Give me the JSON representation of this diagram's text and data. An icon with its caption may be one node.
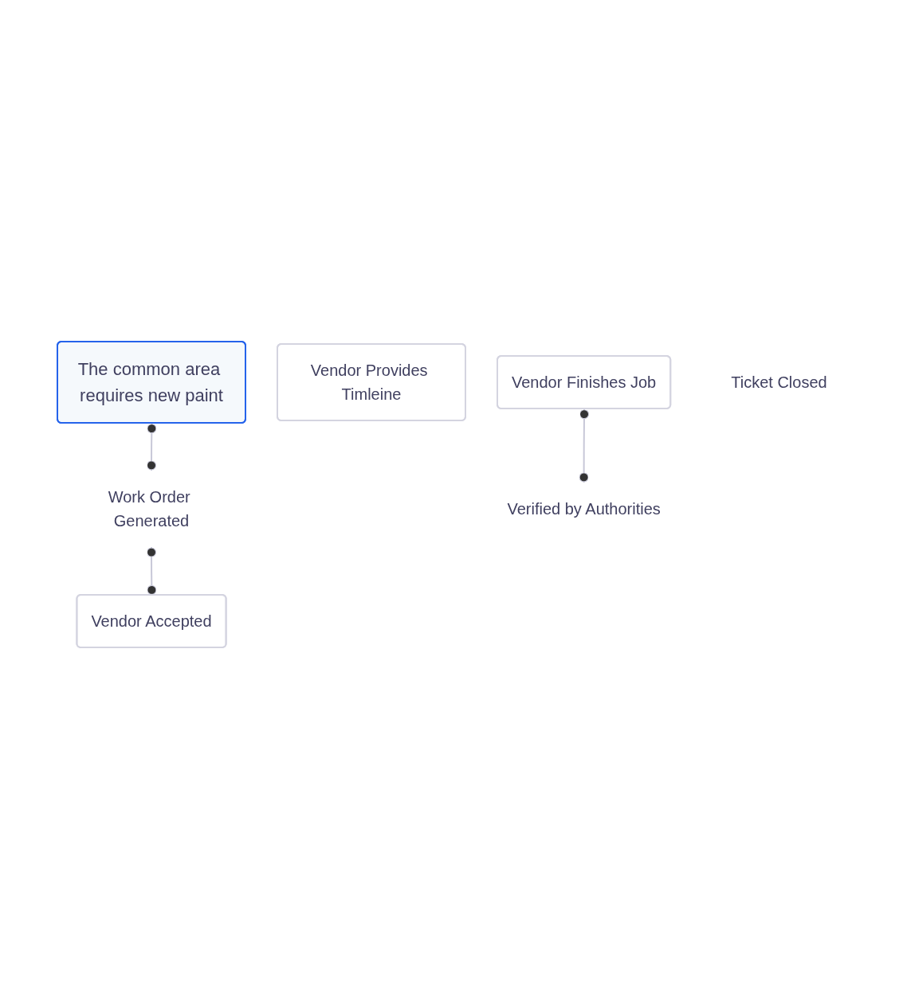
{
  "diagram": {
    "nodes": [
      {
        "text": [
          "The common area requires new paint"
        ]
      },
      {
        "text": [
          "Work Order Generated"
        ]
      },
      {
        "text": [
          "Vendor Accepted"
        ]
      },
      {
        "text": [
          "Vendor Provides Timleine"
        ]
      },
      {
        "text": [
          "Vendor Finishes Job"
        ]
      },
      {
        "text": [
          "Verified by Authorities"
        ]
      },
      {
        "text": [
          "Ticket Closed"
        ]
      }
    ],
    "edges": [
      {
        "from": 0,
        "to": 1,
        "arrow": "other"
      },
      {
        "from": 1,
        "to": 2,
        "arrow": "other"
      },
      {
        "from": 4,
        "to": 5,
        "arrow": "other"
      }
    ]
  }
}
